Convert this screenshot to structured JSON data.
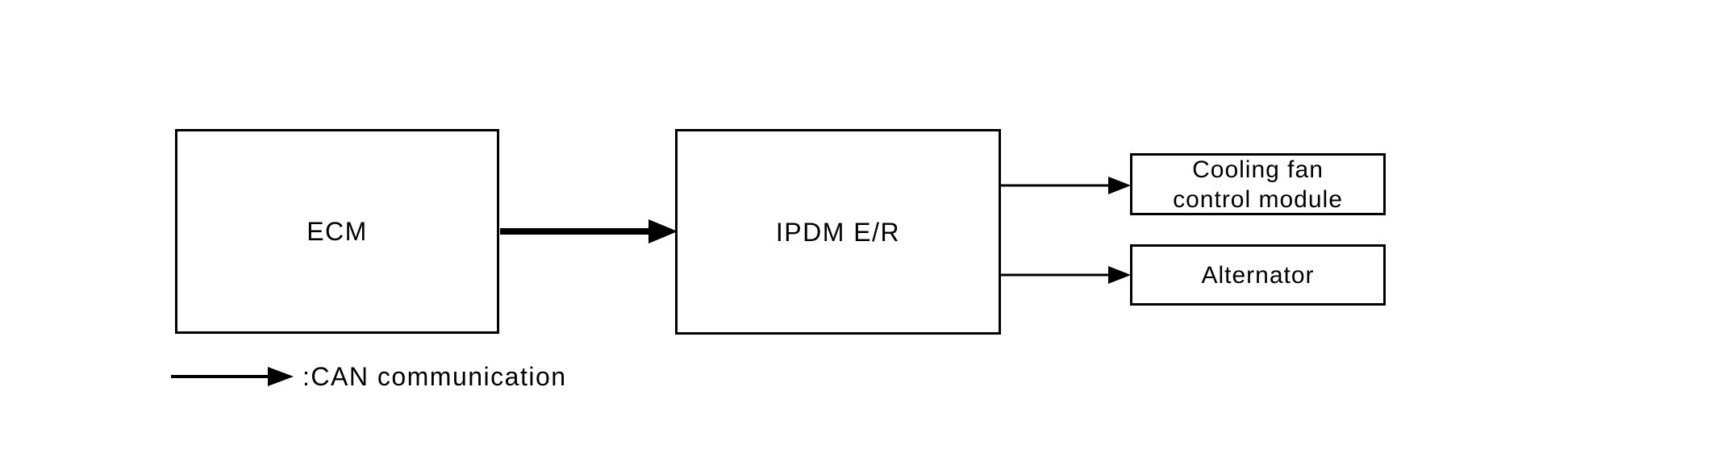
{
  "diagram": {
    "title_hint": "CAN communication block diagram",
    "colors": {
      "background": "#ffffff",
      "line": "#000000",
      "text": "#000000"
    },
    "nodes": {
      "ecm": {
        "label": "ECM"
      },
      "ipdm": {
        "label": "IPDM E/R"
      },
      "cooling_fan": {
        "label": "Cooling fan\ncontrol module"
      },
      "alternator": {
        "label": "Alternator"
      }
    },
    "edges": [
      {
        "from": "ECM",
        "to": "IPDM E/R",
        "style": "thick-arrow",
        "meaning": "CAN communication"
      },
      {
        "from": "IPDM E/R",
        "to": "Cooling fan control module",
        "style": "thin-arrow"
      },
      {
        "from": "IPDM E/R",
        "to": "Alternator",
        "style": "thin-arrow"
      }
    ],
    "legend": {
      "symbol": "arrow-right",
      "label": ":CAN communication"
    }
  }
}
